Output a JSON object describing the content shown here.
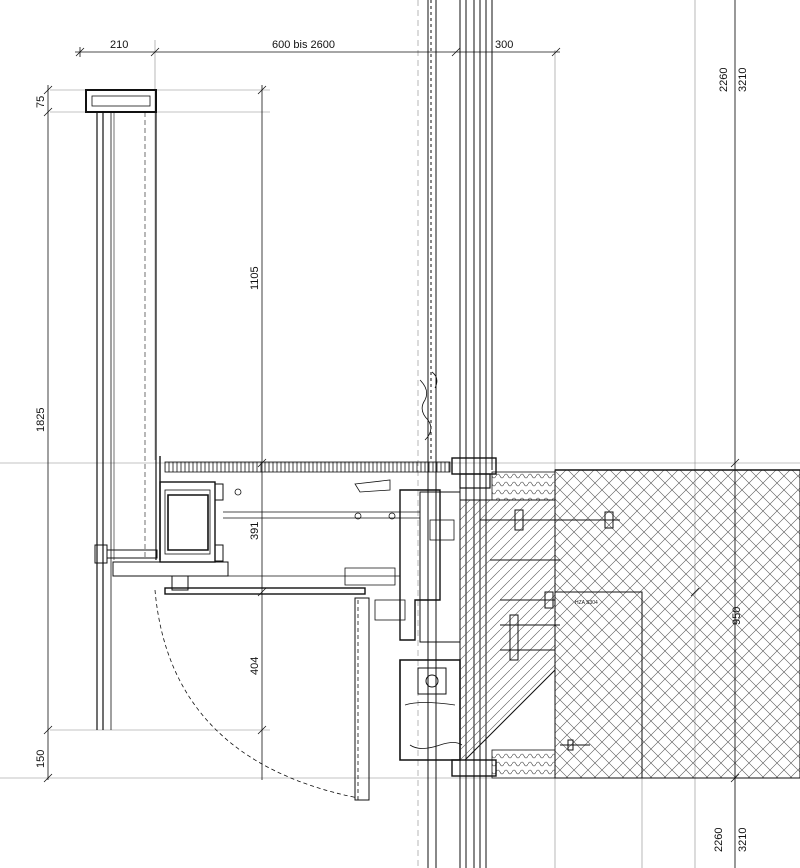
{
  "dimensions": {
    "top_210": "210",
    "top_600": "600 bis 2600",
    "top_300": "300",
    "left_75": "75",
    "left_1825": "1825",
    "left_150": "150",
    "mid_1105": "1105",
    "mid_391": "391",
    "mid_404": "404",
    "right_2260_top": "2260",
    "right_3210_top": "3210",
    "right_950": "950",
    "right_2260_bottom": "2260",
    "right_3210_bottom": "3210"
  },
  "labels": {
    "anchor_code": "HZA S304"
  },
  "colors": {
    "line": "#111111",
    "hatch": "#444444"
  }
}
